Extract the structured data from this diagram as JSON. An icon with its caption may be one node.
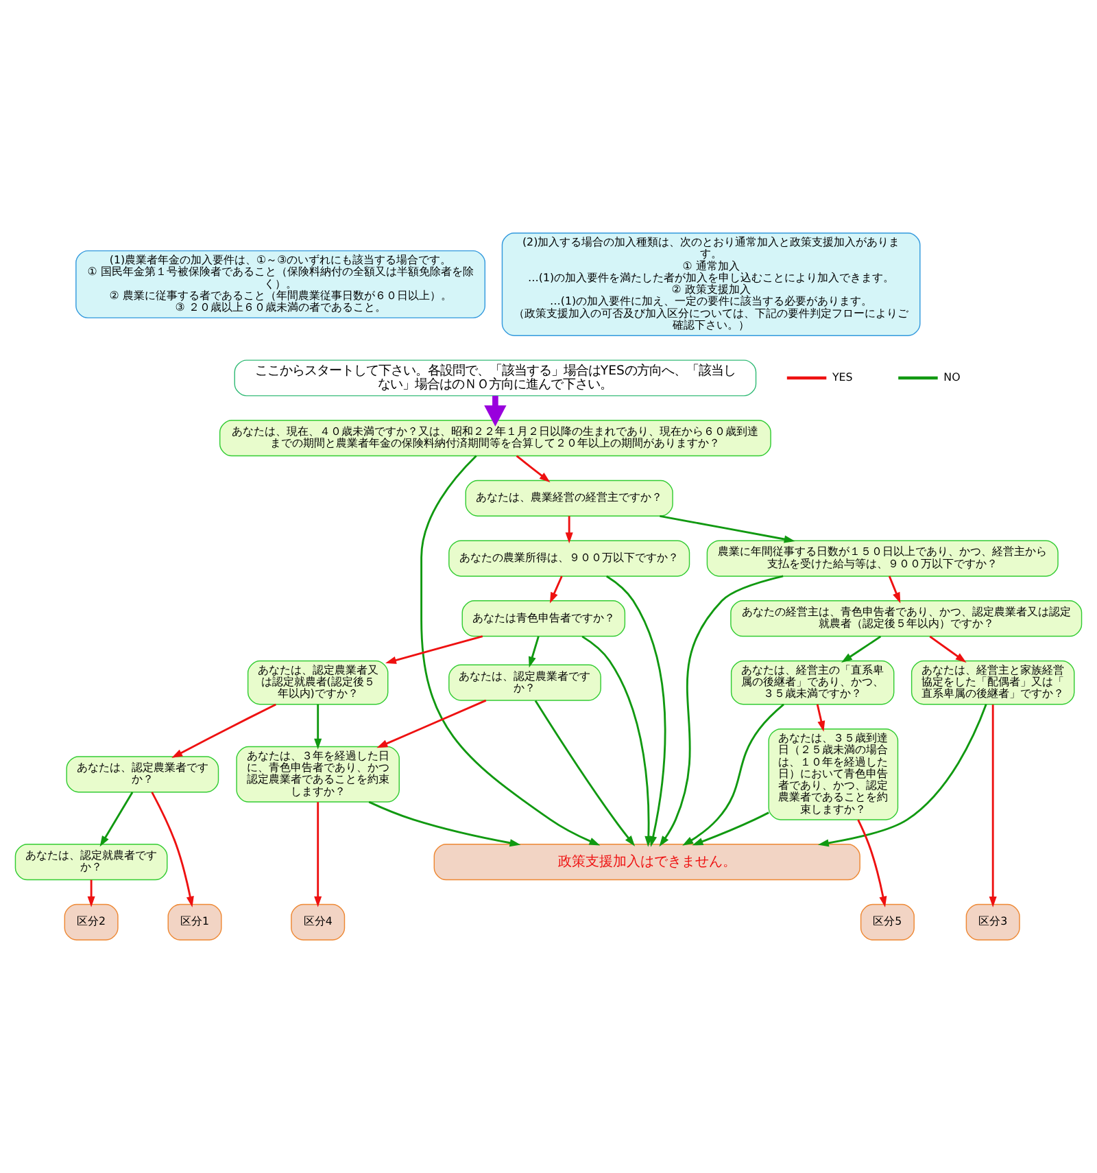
{
  "diagram": {
    "nodes": [
      {
        "text": [
          "(1)農業者年金の加入要件は、①～③のいずれにも該当する場合です。",
          "① 国民年金第１号被保険者であること（保険料納付の全額又は半額免除者を除く）。",
          "② 農業に従事する者であること（年間農業従事日数が６０日以上）。",
          "③ ２０歳以上６０歳未満の者であること。"
        ]
      },
      {
        "text": [
          "(2)加入する場合の加入種類は、次のとおり通常加入と政策支援加入があります。",
          "① 通常加入",
          "…(1)の加入要件を満たした者が加入を申し込むことにより加入できます。",
          "② 政策支援加入",
          "…(1)の加入要件に加え、一定の要件に該当する必要があります。",
          "（政策支援加入の可否及び加入区分については、下記の要件判定フローによりご確認下さい。）"
        ]
      },
      {
        "text": [
          "ここからスタートして下さい。各設問で、「該当する」場合はYESの方向へ、「該当しない」場合はのＮＯ方向に進んで下さい。"
        ]
      },
      {
        "text": [
          "あなたは、現在、４０歳未満ですか？又は、昭和２２年１月２日以降の生まれであり、現在から６０歳到達までの期間と農業者年金の保険料納付済期間等を合算して２０年以上の期間がありますか？"
        ]
      },
      {
        "text": [
          "あなたは、農業経営の経営主ですか？"
        ]
      },
      {
        "text": [
          "あなたの農業所得は、９００万以下ですか？"
        ]
      },
      {
        "text": [
          "あなたは青色申告者ですか？"
        ]
      },
      {
        "text": [
          "あなたは、認定農業者又は認定就農者(認定後５年以内)ですか？"
        ]
      },
      {
        "text": [
          "あなたは、認定農業者ですか？"
        ]
      },
      {
        "text": [
          "あなたは、認定農業者ですか？"
        ]
      },
      {
        "text": [
          "あなたは、３年を経過した日に、青色申告者であり、かつ認定農業者であることを約束しますか？"
        ]
      },
      {
        "text": [
          "あなたは、認定就農者ですか？"
        ]
      },
      {
        "text": [
          "区分1"
        ]
      },
      {
        "text": [
          "区分2"
        ]
      },
      {
        "text": [
          "区分4"
        ]
      },
      {
        "text": [
          "農業に年間従事する日数が１５０日以上であり、かつ、経営主から支払を受けた給与等は、９００万以下ですか？"
        ]
      },
      {
        "text": [
          "あなたの経営主は、青色申告者であり、かつ、認定農業者又は認定就農者（認定後５年以内）ですか？"
        ]
      },
      {
        "text": [
          "あなたは、経営主と家族経営協定をした「配偶者」又は「直系卑属の後継者」ですか？"
        ]
      },
      {
        "text": [
          "あなたは、経営主の「直系卑属の後継者」であり、かつ、３５歳未満ですか？"
        ]
      },
      {
        "text": [
          "あなたは、３５歳到達日（２５歳未満の場合は、１０年を経過した日）において青色申告者であり、かつ、認定農業者であることを約束しますか？"
        ]
      },
      {
        "text": [
          "区分3"
        ]
      },
      {
        "text": [
          "区分5"
        ]
      },
      {
        "text": [
          "政策支援加入はできません。"
        ]
      }
    ],
    "edges": [
      {
        "from": 2,
        "to": 3,
        "arrow": "to",
        "style": "thick",
        "color": "#9900dd"
      },
      {
        "from": 3,
        "to": 4,
        "arrow": "to"
      },
      {
        "from": 3,
        "to": 22,
        "arrow": "to",
        "color": "#119911"
      },
      {
        "from": 4,
        "to": 5,
        "arrow": "to"
      },
      {
        "from": 4,
        "to": 15,
        "arrow": "to",
        "color": "#119911"
      },
      {
        "from": 5,
        "to": 6,
        "arrow": "to"
      },
      {
        "from": 5,
        "to": 22,
        "arrow": "to",
        "color": "#119911"
      },
      {
        "from": 6,
        "to": 7,
        "arrow": "to"
      },
      {
        "from": 6,
        "to": 8,
        "arrow": "to",
        "color": "#119911"
      },
      {
        "from": 6,
        "to": 22,
        "arrow": "to",
        "color": "#119911"
      },
      {
        "from": 7,
        "to": 9,
        "arrow": "to"
      },
      {
        "from": 7,
        "to": 10,
        "arrow": "to",
        "color": "#119911"
      },
      {
        "from": 8,
        "to": 10,
        "arrow": "to"
      },
      {
        "from": 8,
        "to": 22,
        "arrow": "to",
        "color": "#119911"
      },
      {
        "from": 9,
        "to": 12,
        "arrow": "to"
      },
      {
        "from": 9,
        "to": 11,
        "arrow": "to",
        "color": "#119911"
      },
      {
        "from": 11,
        "to": 13,
        "arrow": "to"
      },
      {
        "from": 10,
        "to": 14,
        "arrow": "to"
      },
      {
        "from": 10,
        "to": 22,
        "arrow": "to",
        "color": "#119911"
      },
      {
        "from": 15,
        "to": 16,
        "arrow": "to"
      },
      {
        "from": 15,
        "to": 22,
        "arrow": "to",
        "color": "#119911"
      },
      {
        "from": 16,
        "to": 17,
        "arrow": "to"
      },
      {
        "from": 16,
        "to": 18,
        "arrow": "to",
        "color": "#119911"
      },
      {
        "from": 17,
        "to": 20,
        "arrow": "to"
      },
      {
        "from": 17,
        "to": 22,
        "arrow": "to",
        "color": "#119911"
      },
      {
        "from": 18,
        "to": 19,
        "arrow": "to"
      },
      {
        "from": 18,
        "to": 22,
        "arrow": "to",
        "color": "#119911"
      },
      {
        "from": 19,
        "to": 21,
        "arrow": "to"
      },
      {
        "from": 19,
        "to": 22,
        "arrow": "to",
        "color": "#119911"
      }
    ],
    "legend": [
      {
        "text": "YES"
      },
      {
        "text": "NO"
      }
    ]
  }
}
